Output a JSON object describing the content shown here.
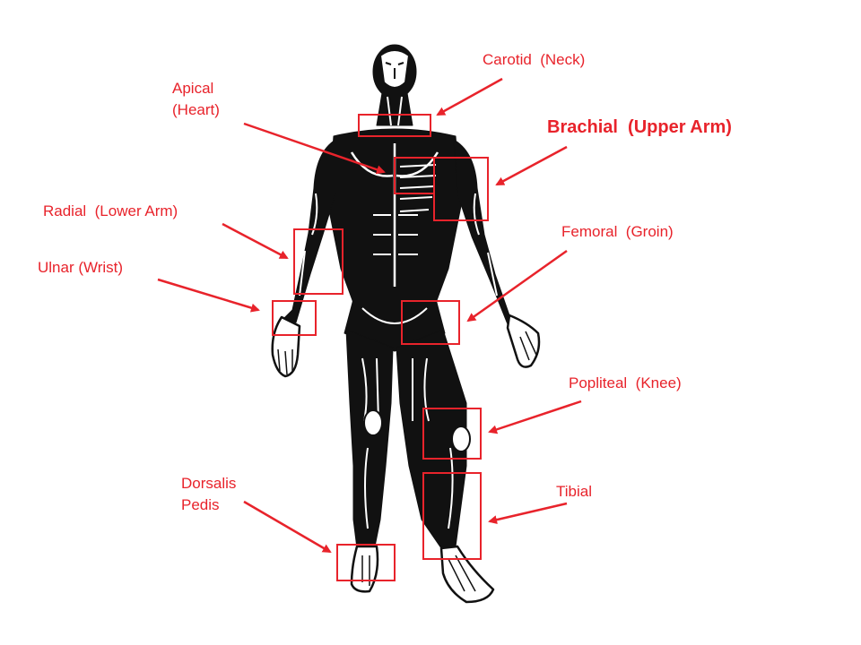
{
  "accent_color": "#e8232b",
  "figure": {
    "icon": "human-muscle-anatomy-figure"
  },
  "labels": {
    "carotid": "Carotid  (Neck)",
    "apical_line1": "Apical",
    "apical_line2": "(Heart)",
    "brachial": "Brachial  (Upper Arm)",
    "radial": "Radial  (Lower Arm)",
    "femoral": "Femoral  (Groin)",
    "ulnar": "Ulnar (Wrist)",
    "popliteal": "Popliteal  (Knee)",
    "dorsalis_line1": "Dorsalis",
    "dorsalis_line2": "Pedis",
    "tibial": "Tibial"
  }
}
